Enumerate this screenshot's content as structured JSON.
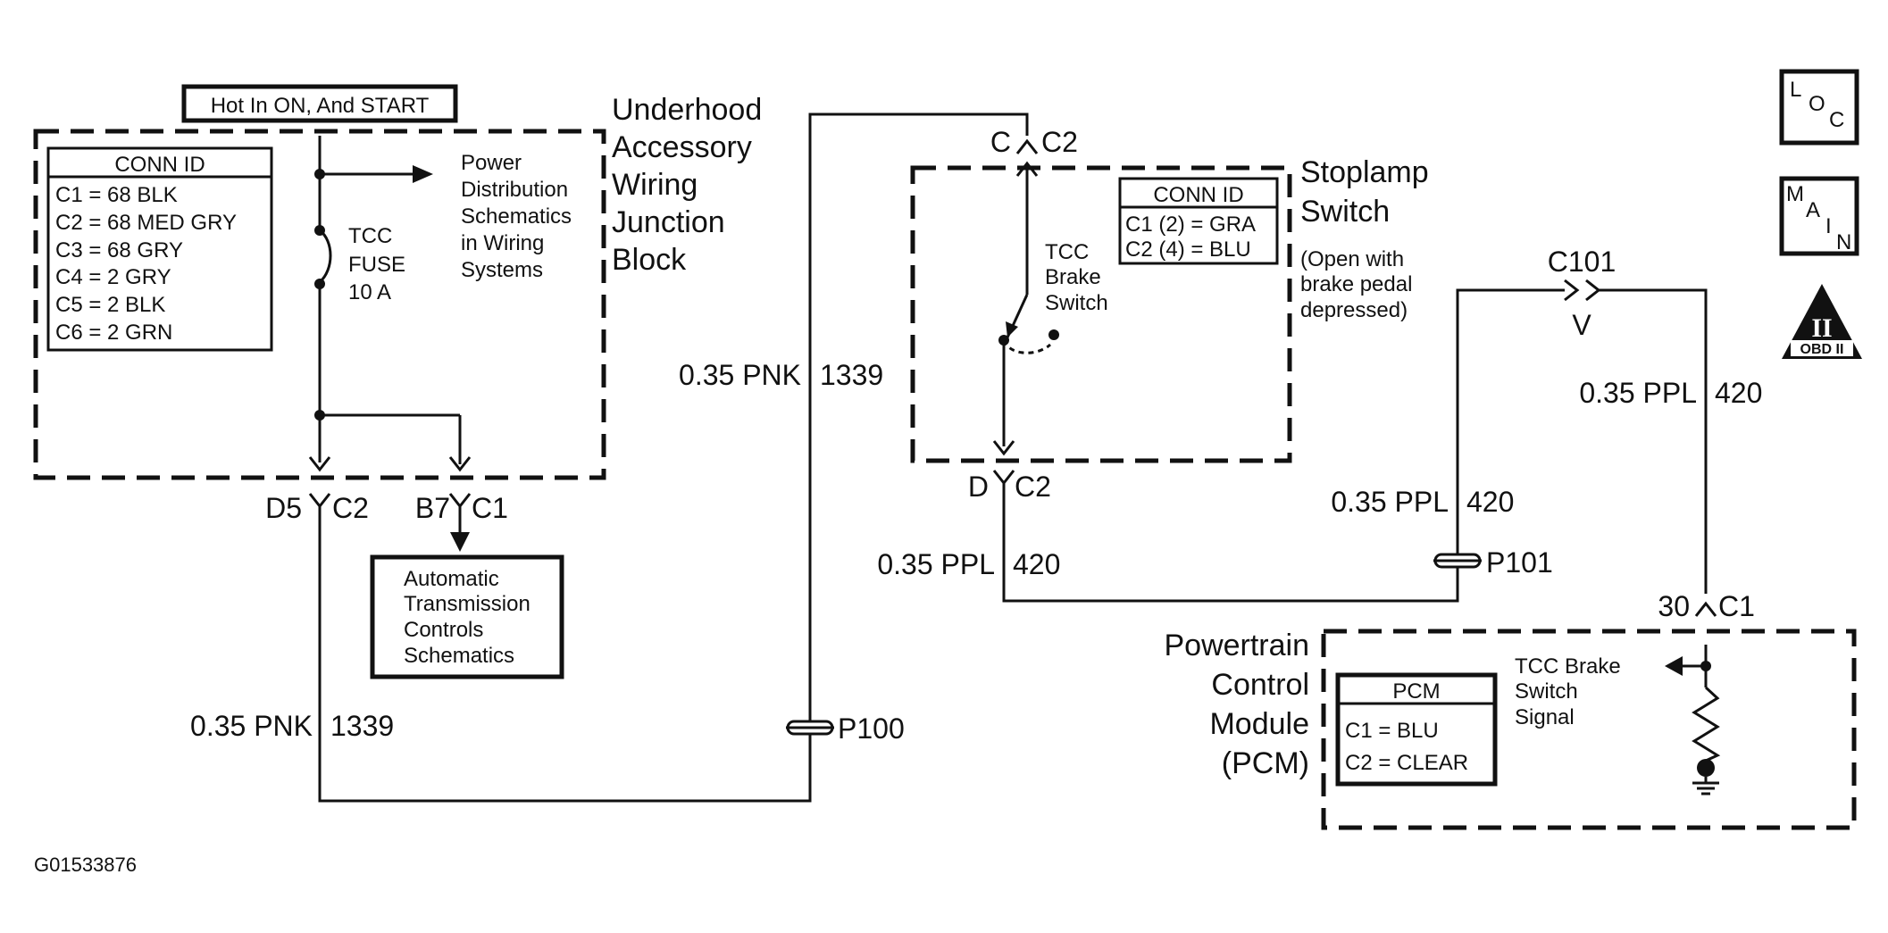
{
  "feed": {
    "label": "Hot In ON, And START"
  },
  "underhood": {
    "title_lines": [
      "Underhood",
      "Accessory",
      "Wiring",
      "Junction",
      "Block"
    ],
    "conn_title": "CONN ID",
    "conn_rows": [
      "C1 = 68 BLK",
      "C2 = 68 MED GRY",
      "C3 = 68 GRY",
      "C4 = 2 GRY",
      "C5 = 2 BLK",
      "C6 = 2 GRN"
    ],
    "power_lines": [
      "Power",
      "Distribution",
      "Schematics",
      "in Wiring",
      "Systems"
    ],
    "fuse_lines": [
      "TCC",
      "FUSE",
      "10 A"
    ]
  },
  "connectors": {
    "d5": "D5",
    "d5c": "C2",
    "b7": "B7",
    "b7c": "C1",
    "top_pin": "C",
    "top_conn": "C2",
    "bot_pin": "D",
    "bot_conn": "C2",
    "c101": "C101",
    "c101_pin": "V",
    "pcm_pin": "30",
    "pcm_conn": "C1"
  },
  "atc": {
    "lines": [
      "Automatic",
      "Transmission",
      "Controls",
      "Schematics"
    ]
  },
  "wires": {
    "pnk_color": "0.35 PNK",
    "pnk_circuit": "1339",
    "ppl_color": "0.35 PPL",
    "ppl_circuit": "420"
  },
  "splices": {
    "p100": "P100",
    "p101": "P101"
  },
  "stoplamp": {
    "title_lines": [
      "Stoplamp",
      "Switch"
    ],
    "note_lines": [
      "(Open with",
      "brake pedal",
      "depressed)"
    ],
    "conn_title": "CONN  ID",
    "conn_rows": [
      "C1 (2) = GRA",
      "C2 (4) = BLU"
    ],
    "switch_lines": [
      "TCC",
      "Brake",
      "Switch"
    ]
  },
  "pcm": {
    "title_lines": [
      "Powertrain",
      "Control",
      "Module",
      "(PCM)"
    ],
    "conn_title": "PCM",
    "conn_rows": [
      "C1 = BLU",
      "C2 = CLEAR"
    ],
    "signal_lines": [
      "TCC Brake",
      "Switch",
      "Signal"
    ]
  },
  "icons": {
    "loc_letters": [
      "L",
      "O",
      "C"
    ],
    "main_letters": [
      "M",
      "A",
      "I",
      "N"
    ],
    "obd_label": "OBD II",
    "obd_mark": "II"
  },
  "figure_id": "G01533876"
}
